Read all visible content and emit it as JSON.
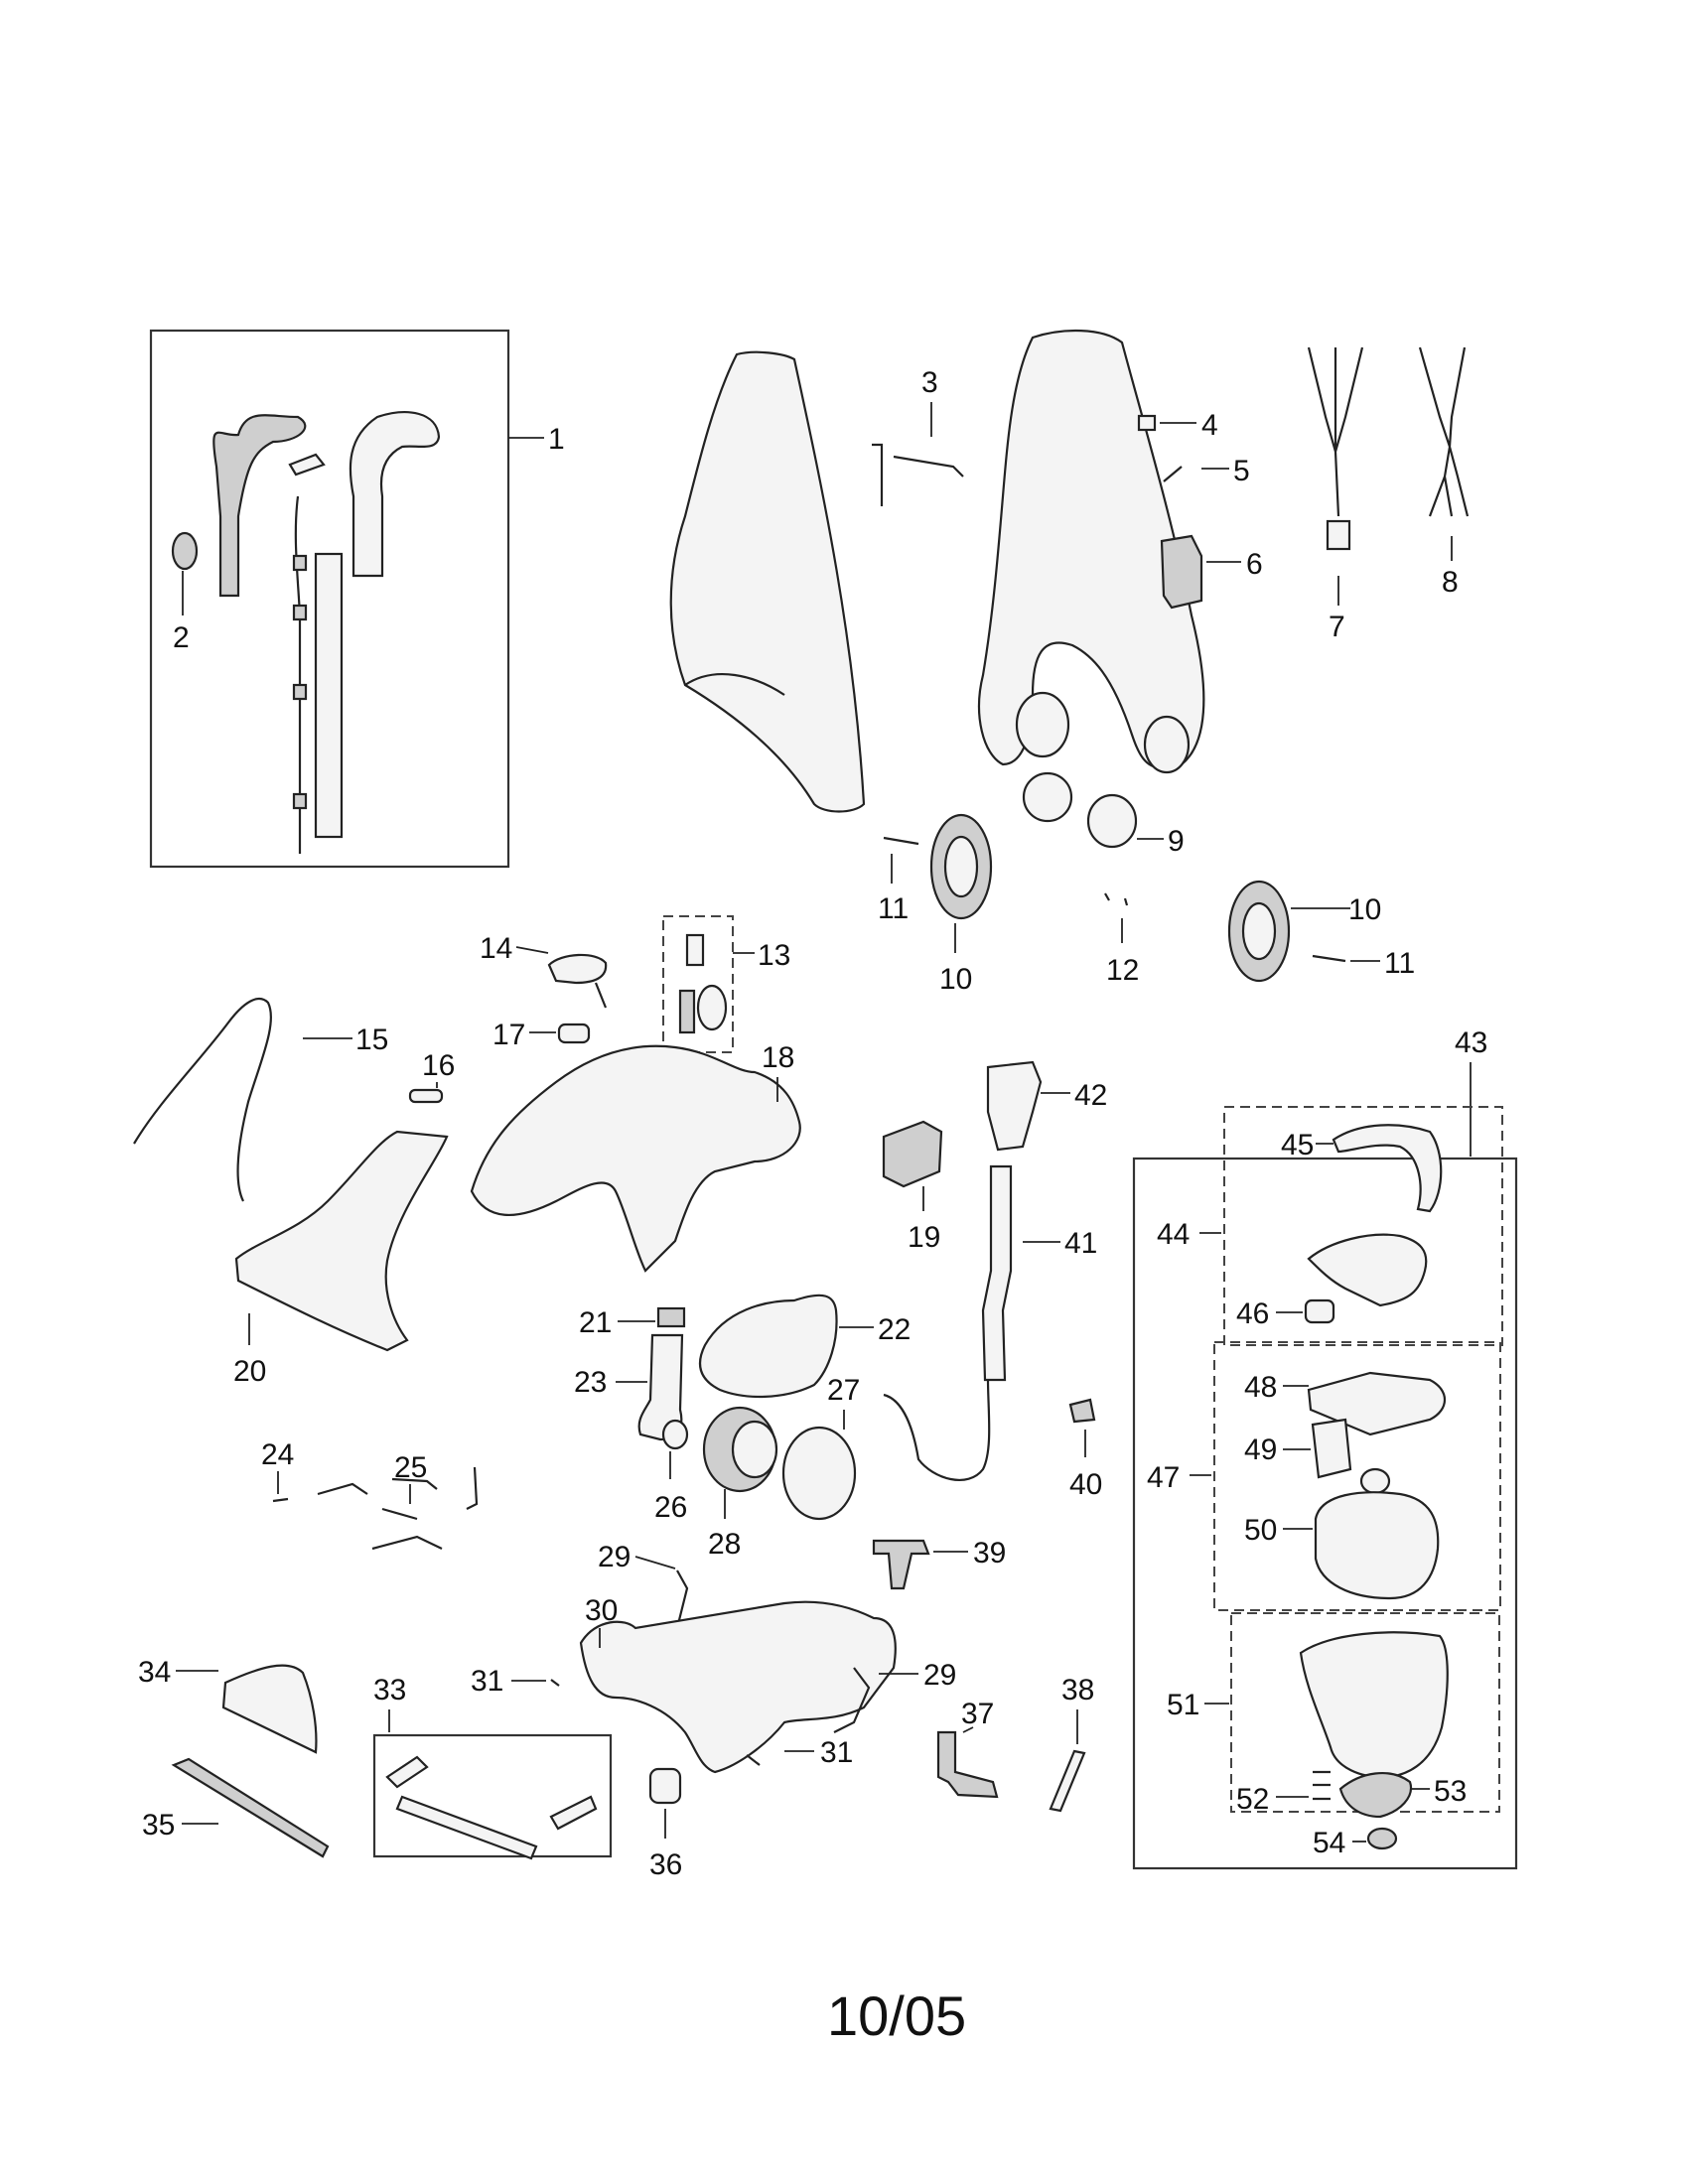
{
  "callouts": {
    "n1": "1",
    "n2": "2",
    "n3": "3",
    "n4": "4",
    "n5": "5",
    "n6": "6",
    "n7": "7",
    "n8": "8",
    "n9": "9",
    "n10a": "10",
    "n10b": "10",
    "n11a": "11",
    "n11b": "11",
    "n12": "12",
    "n13": "13",
    "n14": "14",
    "n15": "15",
    "n16": "16",
    "n17": "17",
    "n18": "18",
    "n19": "19",
    "n20": "20",
    "n21": "21",
    "n22": "22",
    "n23": "23",
    "n24": "24",
    "n25": "25",
    "n26": "26",
    "n27": "27",
    "n28": "28",
    "n29a": "29",
    "n29b": "29",
    "n30": "30",
    "n31a": "31",
    "n31b": "31",
    "n33": "33",
    "n34": "34",
    "n35": "35",
    "n36": "36",
    "n37": "37",
    "n38": "38",
    "n39": "39",
    "n40": "40",
    "n41": "41",
    "n42": "42",
    "n43": "43",
    "n44": "44",
    "n45": "45",
    "n46": "46",
    "n47": "47",
    "n48": "48",
    "n49": "49",
    "n50": "50",
    "n51": "51",
    "n52": "52",
    "n53": "53",
    "n54": "54"
  },
  "footer": {
    "date": "10/05"
  }
}
